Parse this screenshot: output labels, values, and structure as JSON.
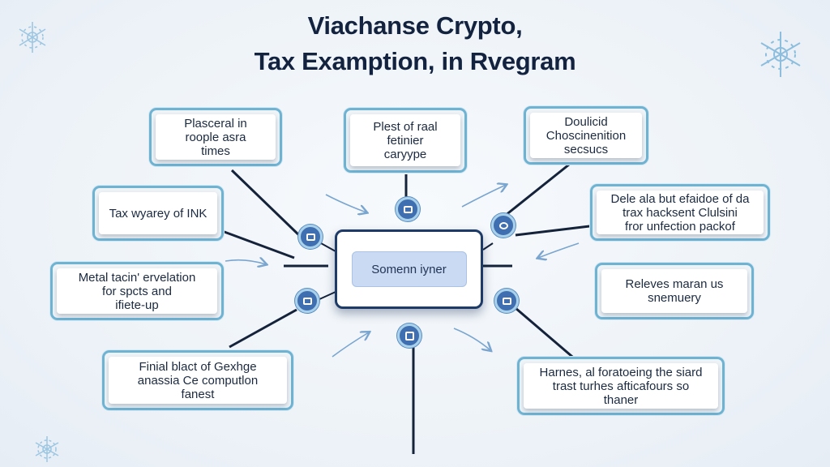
{
  "title": {
    "line1": "Viachanse Crypto,",
    "line2": "Tax Examption, in Rvegram"
  },
  "center": {
    "label": "Somenn iyner"
  },
  "boxes": [
    {
      "lines": [
        "Plasceral in",
        "roople asra",
        "times"
      ]
    },
    {
      "lines": [
        "Plest of raal",
        "fetinier",
        "caryype"
      ]
    },
    {
      "lines": [
        "Doulicid",
        "Choscinenition",
        "secsucs"
      ]
    },
    {
      "lines": [
        "Tax wyarey of INK"
      ]
    },
    {
      "lines": [
        "Dele ala but efaidoe of da",
        "trax hacksent Clulsini",
        "fror unfection packof"
      ]
    },
    {
      "lines": [
        "Metal tacin' ervelation",
        "for spcts and",
        "ifiete-up"
      ]
    },
    {
      "lines": [
        "Releves maran us",
        "snemuery"
      ]
    },
    {
      "lines": [
        "Finial blact of Gexhge",
        "anassia Ce computlon",
        "fanest"
      ]
    },
    {
      "lines": [
        "Harnes, al foratoeing the siard",
        "trast turhes afticafours so",
        "thaner"
      ]
    }
  ],
  "icons": {
    "node_top": "chat-icon",
    "node_upper_left": "document-icon",
    "node_upper_right": "gear-icon",
    "node_lower_left": "wallet-icon",
    "node_lower_right": "ledger-icon",
    "node_bottom": "calculator-icon",
    "decor": "snowflake-icon"
  },
  "colors": {
    "box_border": "#6fb3d3",
    "center_border": "#1e3a66",
    "center_fill": "#c9daf2",
    "node_fill": "#3f6fb0",
    "title": "#13233f"
  }
}
